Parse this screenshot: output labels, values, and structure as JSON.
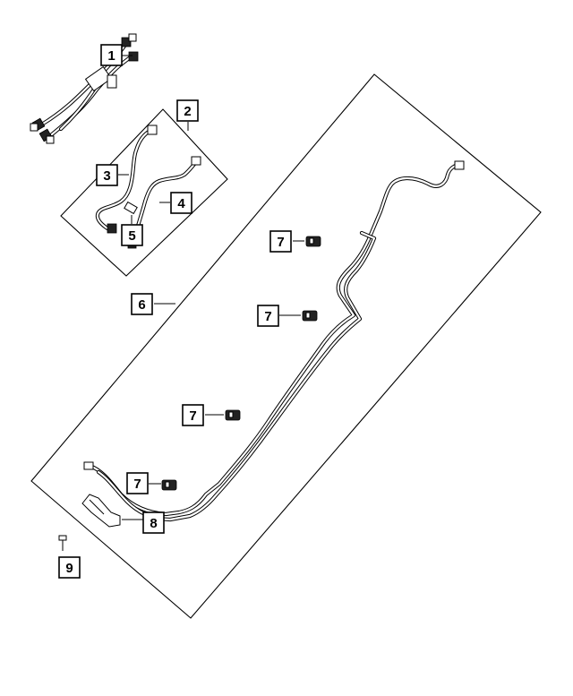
{
  "callouts": [
    {
      "label": "1"
    },
    {
      "label": "2"
    },
    {
      "label": "3"
    },
    {
      "label": "4"
    },
    {
      "label": "5"
    },
    {
      "label": "6"
    },
    {
      "label": "7"
    },
    {
      "label": "7"
    },
    {
      "label": "7"
    },
    {
      "label": "7"
    },
    {
      "label": "8"
    },
    {
      "label": "9"
    }
  ]
}
